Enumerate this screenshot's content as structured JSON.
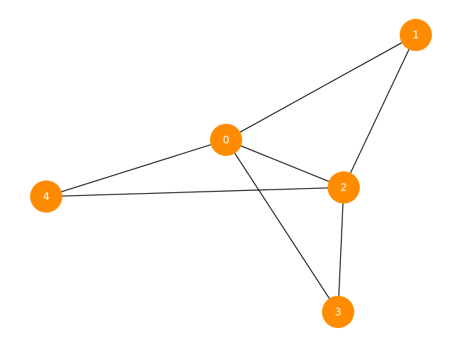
{
  "graph": {
    "node_color": "#ff8c00",
    "label_color": "#ffffff",
    "edge_color": "#000000",
    "nodes": [
      {
        "id": "0",
        "label": "0"
      },
      {
        "id": "1",
        "label": "1"
      },
      {
        "id": "2",
        "label": "2"
      },
      {
        "id": "3",
        "label": "3"
      },
      {
        "id": "4",
        "label": "4"
      }
    ],
    "edges": [
      {
        "source": "0",
        "target": "1"
      },
      {
        "source": "0",
        "target": "2"
      },
      {
        "source": "0",
        "target": "3"
      },
      {
        "source": "0",
        "target": "4"
      },
      {
        "source": "1",
        "target": "2"
      },
      {
        "source": "2",
        "target": "3"
      },
      {
        "source": "2",
        "target": "4"
      }
    ]
  }
}
